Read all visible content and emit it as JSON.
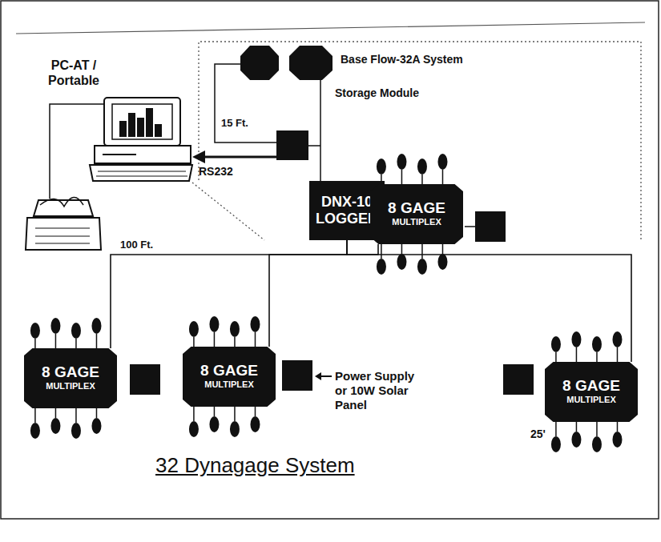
{
  "diagram": {
    "title": "32 Dynagage System",
    "nodes": [
      {
        "text": [
          "DNX-10 LOGGER"
        ]
      },
      {
        "text": [
          "8 GAGE",
          "MULTIPLEX"
        ]
      },
      {
        "text": [
          "8 GAGE",
          "MULTIPLEX"
        ]
      },
      {
        "text": [
          "8 GAGE",
          "MULTIPLEX"
        ]
      },
      {
        "text": [
          "8 GAGE",
          "MULTIPLEX"
        ]
      }
    ],
    "edges": [
      {
        "from": 0,
        "to": 1,
        "arrow": "none"
      },
      {
        "from": 0,
        "to": 2,
        "arrow": "none"
      },
      {
        "from": 0,
        "to": 3,
        "arrow": "none"
      },
      {
        "from": 0,
        "to": 4,
        "arrow": "none"
      }
    ],
    "labels": [
      "PC-AT / Portable",
      "Base Flow-32A System",
      "Storage Module",
      "15 Ft.",
      "RS232",
      "100 Ft.",
      "Power Supply or 10W Solar Panel",
      "25'"
    ]
  }
}
